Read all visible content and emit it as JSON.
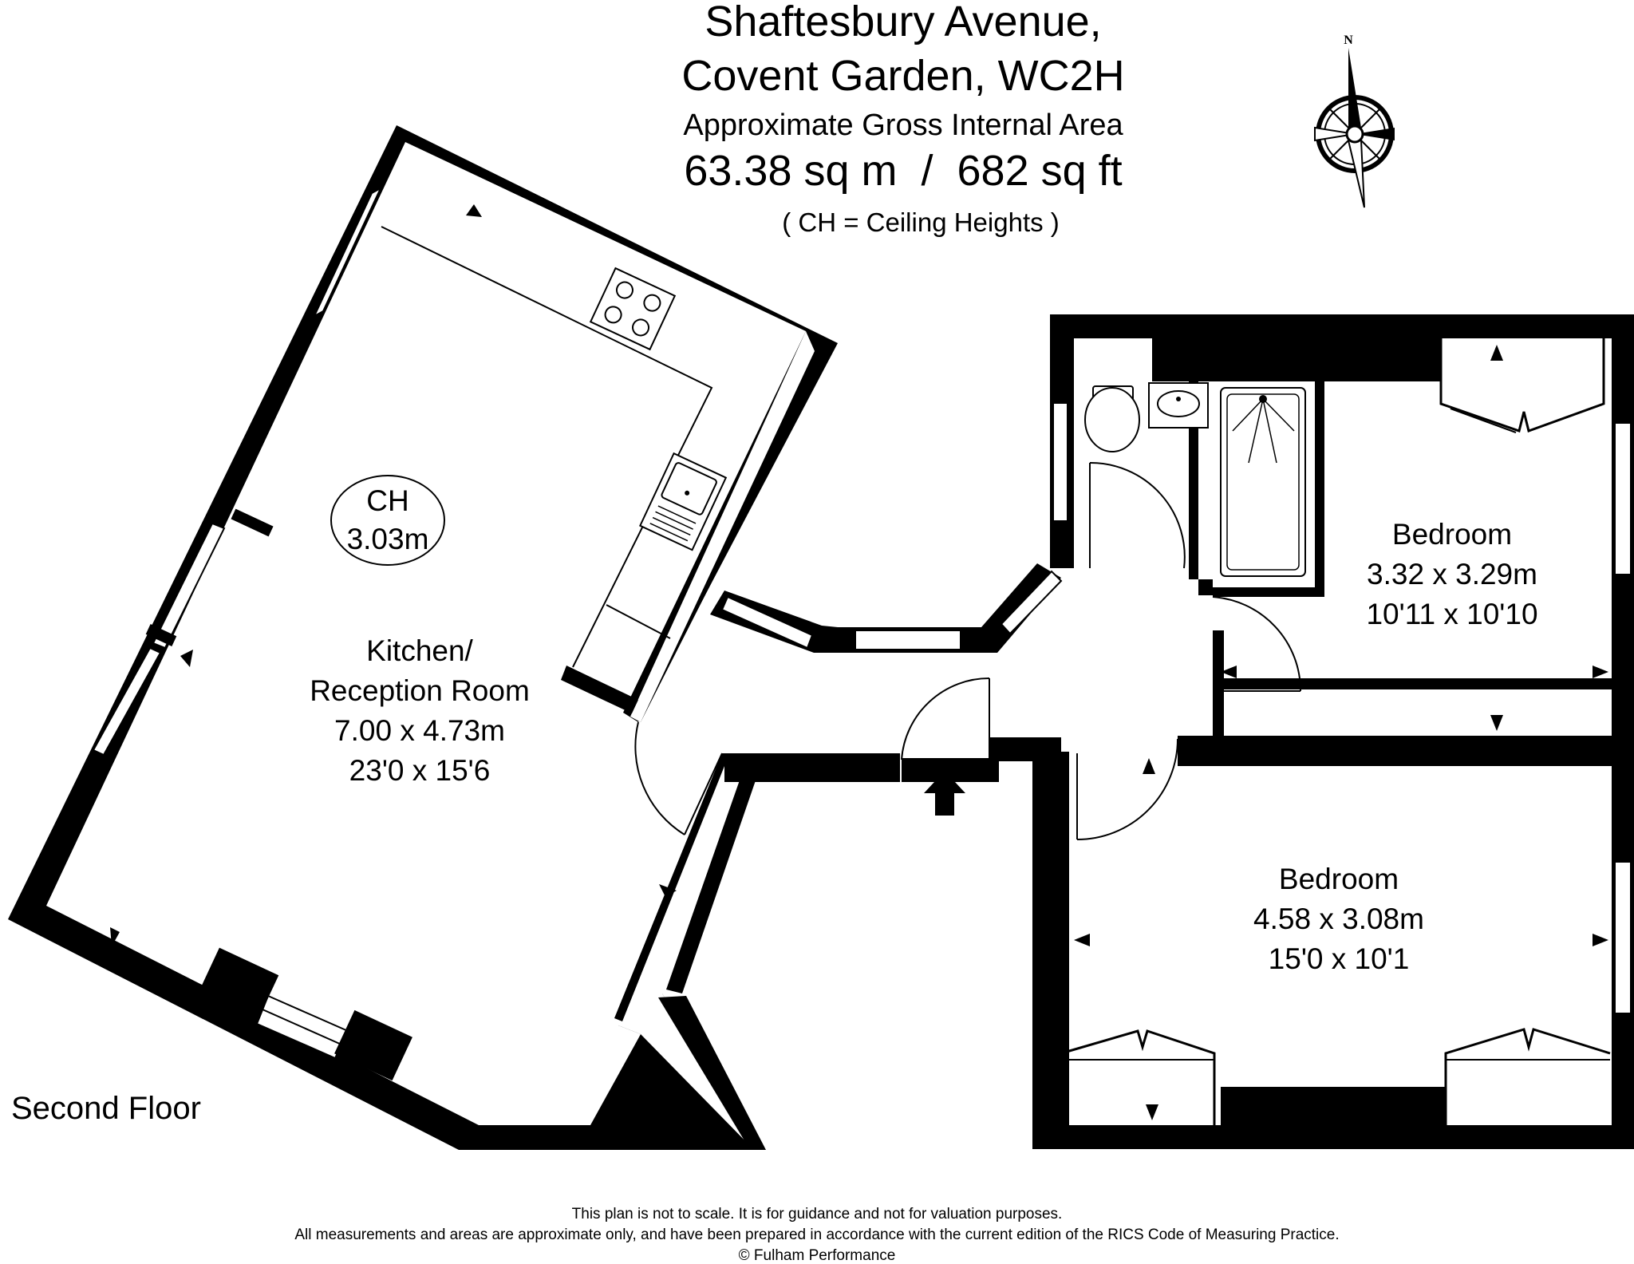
{
  "header": {
    "address_line1": "Shaftesbury Avenue,",
    "address_line2": "Covent Garden, WC2H",
    "area_label": "Approximate Gross Internal Area",
    "area_value": "63.38 sq m  /  682 sq ft",
    "ch_note": "( CH = Ceiling Heights )"
  },
  "compass": {
    "north_label": "N"
  },
  "rooms": {
    "kitchen": {
      "name_line1": "Kitchen/",
      "name_line2": "Reception Room",
      "metric": "7.00 x 4.73m",
      "imperial": "23'0 x 15'6"
    },
    "ceiling_tag": {
      "label": "CH",
      "value": "3.03m"
    },
    "bedroom1": {
      "name": "Bedroom",
      "metric": "3.32 x 3.29m",
      "imperial": "10'11 x 10'10"
    },
    "bedroom2": {
      "name": "Bedroom",
      "metric": "4.58 x 3.08m",
      "imperial": "15'0 x 10'1"
    }
  },
  "floor_label": "Second Floor",
  "footer": {
    "line1": "This plan is not to scale. It is for guidance and not for valuation purposes.",
    "line2": "All measurements and areas are approximate only, and have been prepared in accordance with the current edition of the RICS Code of Measuring Practice.",
    "line3": "© Fulham Performance"
  }
}
